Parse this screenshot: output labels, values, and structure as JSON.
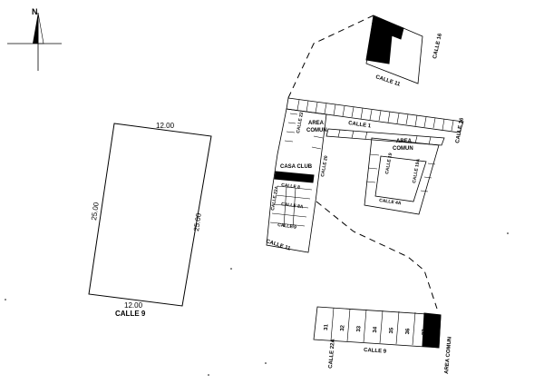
{
  "north": {
    "label": "N",
    "icon": "north-arrow-icon"
  },
  "big_lot": {
    "top_width": "12.00",
    "bottom_width": "12.00",
    "left_length": "25.00",
    "right_length": "25.00",
    "street": "CALLE 9"
  },
  "site": {
    "streets": {
      "calle_11_top": "CALLE 11",
      "calle_16_top": "CALLE 16",
      "calle_16_right": "CALLE 16",
      "calle_1": "CALLE 1",
      "calle_22": "CALLE 22",
      "calle_20": "CALLE 20",
      "calle_8": "CALLE 8",
      "calle_8a": "CALLE 8A",
      "calle_9": "CALLE 9",
      "calle_11_bottom": "CALLE 11",
      "calle_22a": "CALLE 22A",
      "calle_4a": "CALLE 4A",
      "calle_19": "CALLE 19",
      "calle_19a": "CALLE 19A"
    },
    "areas": {
      "area_comun_1_line1": "AREA",
      "area_comun_1_line2": "COMUN",
      "area_comun_2_line1": "AREA",
      "area_comun_2_line2": "COMUN",
      "casa_club": "CASA CLUB"
    }
  },
  "lot_row": {
    "lots": [
      "31",
      "32",
      "33",
      "34",
      "35",
      "36",
      "37"
    ],
    "street_left": "CALLE 22A",
    "street_bottom": "CALLE 9",
    "area_comun": "AREA COMUN"
  }
}
